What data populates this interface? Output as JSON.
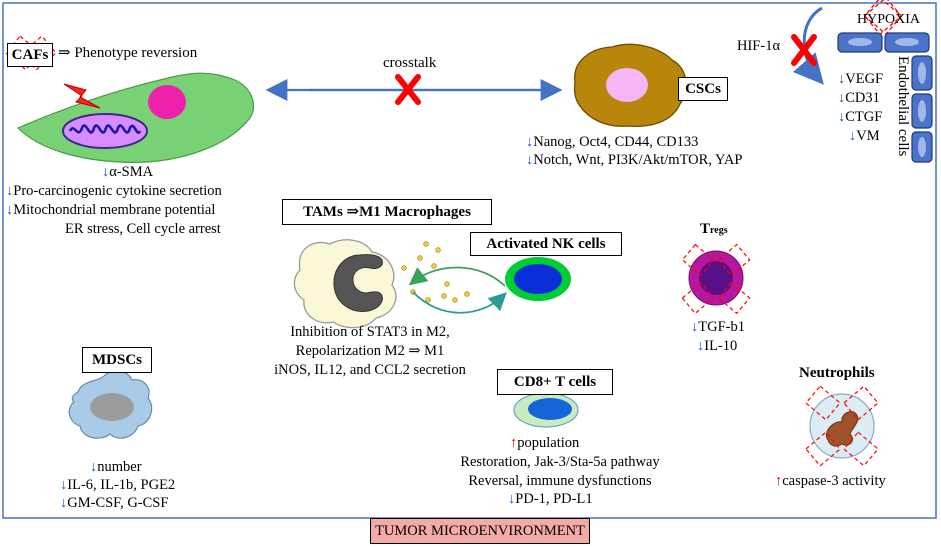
{
  "cafs": {
    "label": "CAFs",
    "title_suffix": "⇒ Phenotype reversion",
    "effects": [
      "α-SMA",
      "Pro-carcinogenic cytokine secretion",
      "Mitochondrial membrane potential"
    ],
    "extra": "ER stress, Cell cycle arrest"
  },
  "crosstalk": "crosstalk",
  "cscs": {
    "label": "CSCs",
    "line1": "Nanog, Oct4, CD44, CD133",
    "line2": "Notch, Wnt, PI3K/Akt/mTOR,  YAP"
  },
  "hypoxia": {
    "label": "HYPOXIA",
    "hif": "HIF-1α",
    "items": [
      "VEGF",
      "CD31",
      "CTGF",
      "VM"
    ],
    "endothelial": "Endothelial  cells"
  },
  "tams": {
    "label": "TAMs ⇒M1 Macrophages",
    "lines": [
      "Inhibition of STAT3  in M2,",
      "Repolarization M2 ⇒ M1",
      "iNOS, IL12, and CCL2 secretion"
    ]
  },
  "nk": {
    "label": "Activated NK cells"
  },
  "tregs": {
    "label_main": "T",
    "label_sub": "regs",
    "items": [
      "TGF-b1",
      "IL-10"
    ]
  },
  "mdscs": {
    "label": "MDSCs",
    "items": [
      "number",
      "IL-6, IL-1b, PGE2",
      "GM-CSF, G-CSF"
    ]
  },
  "cd8": {
    "label": "CD8+ T cells",
    "up_item": "population",
    "lines": [
      "Restoration, Jak-3/Sta-5a pathway",
      "Reversal, immune dysfunctions"
    ],
    "down_item": "PD-1, PD-L1"
  },
  "neutrophils": {
    "label": "Neutrophils",
    "up_item": "caspase-3 activity"
  },
  "environment_label": "TUMOR MICROENVIRONMENT",
  "colors": {
    "arrow_blue": "#4472c4",
    "down_arrow": "#1f5fbf",
    "up_arrow": "#e00000",
    "x_red": "#ff0000",
    "environment_fill": "#f4aaa6",
    "caf_fill": "#79d176",
    "nucleus_pink": "#ee22aa",
    "csc_fill": "#b8860b",
    "endothelial_fill": "#4b74c8",
    "treg_fill": "#b5179e",
    "nk_green": "#00cc33",
    "nk_blue": "#0a2fd8"
  }
}
